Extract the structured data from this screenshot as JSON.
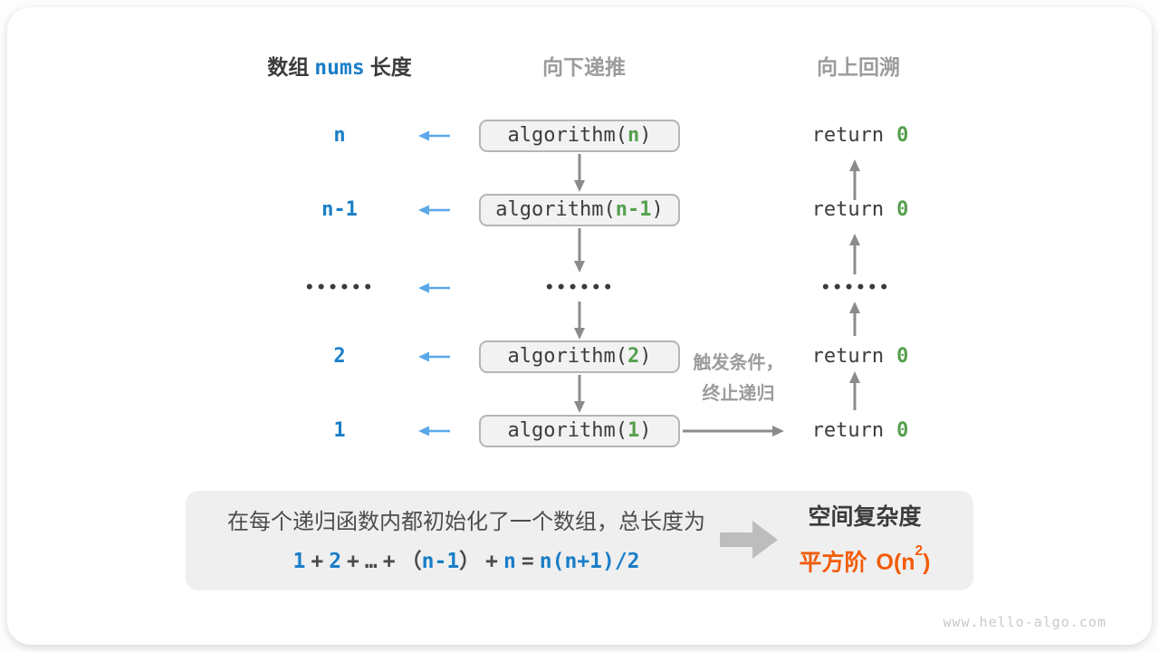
{
  "colors": {
    "blue": "#1a7ec8",
    "arrow-blue": "#5aa8ea",
    "green": "#55a04e",
    "orange": "#f25c09",
    "gray-text": "#9c9c9c",
    "dark-text": "#3c3c3c",
    "arrow-gray": "#8b8b8b"
  },
  "header": {
    "length_label_prefix": "数组",
    "length_label_code": "nums",
    "length_label_suffix": "长度",
    "recurse_down": "向下递推",
    "backtrack_up": "向上回溯"
  },
  "diagram": {
    "fn_open": "algorithm(",
    "fn_close": ")",
    "return_keyword": "return",
    "return_value": "0",
    "dots": "••••••",
    "rows": [
      {
        "length": "n",
        "arg": "n"
      },
      {
        "length": "n-1",
        "arg": "n-1"
      },
      {
        "length": "2",
        "arg": "2"
      },
      {
        "length": "1",
        "arg": "1"
      }
    ],
    "base_case_note_line1": "触发条件，",
    "base_case_note_line2": "终止递归"
  },
  "summary": {
    "description": "在每个递归函数内都初始化了一个数组，总长度为",
    "formula": {
      "t1": "1",
      "op1": "+",
      "t2": "2",
      "op2": "+",
      "ellipsis": "…",
      "op3": "+",
      "open": "（",
      "t3": "n-1",
      "close": "）",
      "op4": "+",
      "t4": "n",
      "eq": "=",
      "result": "n(n+1)/2"
    },
    "result_title": "空间复杂度",
    "result_order": "平方阶",
    "result_o_open": "O(n",
    "result_exponent": "2",
    "result_o_close": ")"
  },
  "footer": {
    "site": "www.hello-algo.com"
  }
}
